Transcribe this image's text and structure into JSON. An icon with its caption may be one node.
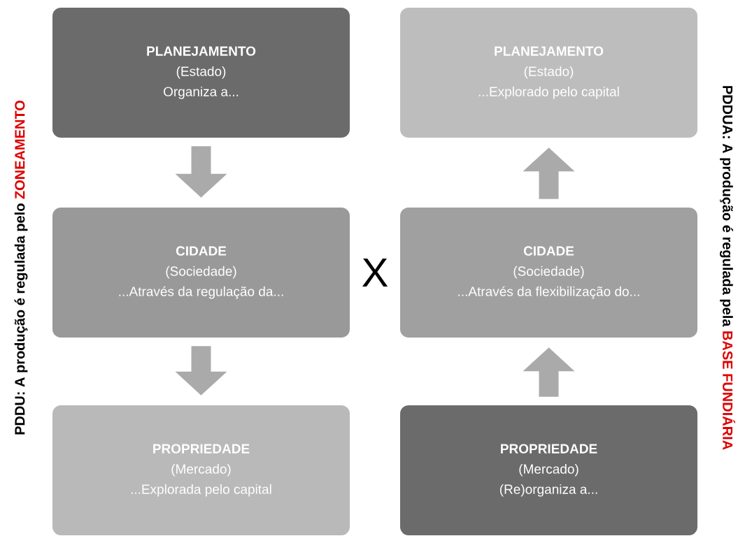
{
  "diagram": {
    "nodes": [
      {
        "text": [
          "PLANEJAMENTO",
          "(Estado)",
          "Organiza a..."
        ]
      },
      {
        "text": [
          "CIDADE",
          "(Sociedade)",
          "...Através da regulação da..."
        ]
      },
      {
        "text": [
          "PROPRIEDADE",
          "(Mercado)",
          "...Explorada pelo capital"
        ]
      },
      {
        "text": [
          "PLANEJAMENTO",
          "(Estado)",
          "...Explorado pelo capital"
        ]
      },
      {
        "text": [
          "CIDADE",
          "(Sociedade)",
          "...Através da flexibilização do..."
        ]
      },
      {
        "text": [
          "PROPRIEDADE",
          "(Mercado)",
          "(Re)organiza a..."
        ]
      }
    ],
    "edges": [
      {
        "from": 0,
        "to": 1,
        "arrow": "to"
      },
      {
        "from": 1,
        "to": 2,
        "arrow": "to"
      },
      {
        "from": 5,
        "to": 4,
        "arrow": "to"
      },
      {
        "from": 4,
        "to": 3,
        "arrow": "to"
      }
    ],
    "labels": [
      "PDDU: A produção é regulada pelo",
      "ZONEAMENTO",
      "X",
      "PDDUA: A produção é regulada pela",
      "BASE FUNDIÁRIA"
    ]
  }
}
